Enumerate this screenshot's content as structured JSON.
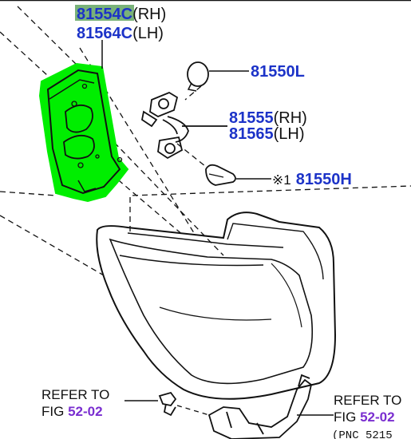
{
  "colors": {
    "part_number": "#1c33c8",
    "figure_ref": "#7a2ed0",
    "highlight_fill": "#00ee00",
    "highlight_label": "#6aaa6a"
  },
  "labels": {
    "bracket_rh_pn": "81554C",
    "bracket_rh_side": "(RH)",
    "bracket_lh_pn": "81564C",
    "bracket_lh_side": "(LH)",
    "bulb_top": "81550L",
    "socket_rh_pn": "81555",
    "socket_rh_side": "(RH)",
    "socket_lh_pn": "81565",
    "socket_lh_side": "(LH)",
    "bulb_note": "※1",
    "bulb_bottom": "81550H"
  },
  "refs": {
    "left": {
      "line1": "REFER TO",
      "fig_prefix": "FIG ",
      "fig": "52-02"
    },
    "right": {
      "line1": "REFER TO",
      "fig_prefix": "FIG ",
      "fig": "52-02",
      "pnc": "(PNC 5215"
    }
  }
}
